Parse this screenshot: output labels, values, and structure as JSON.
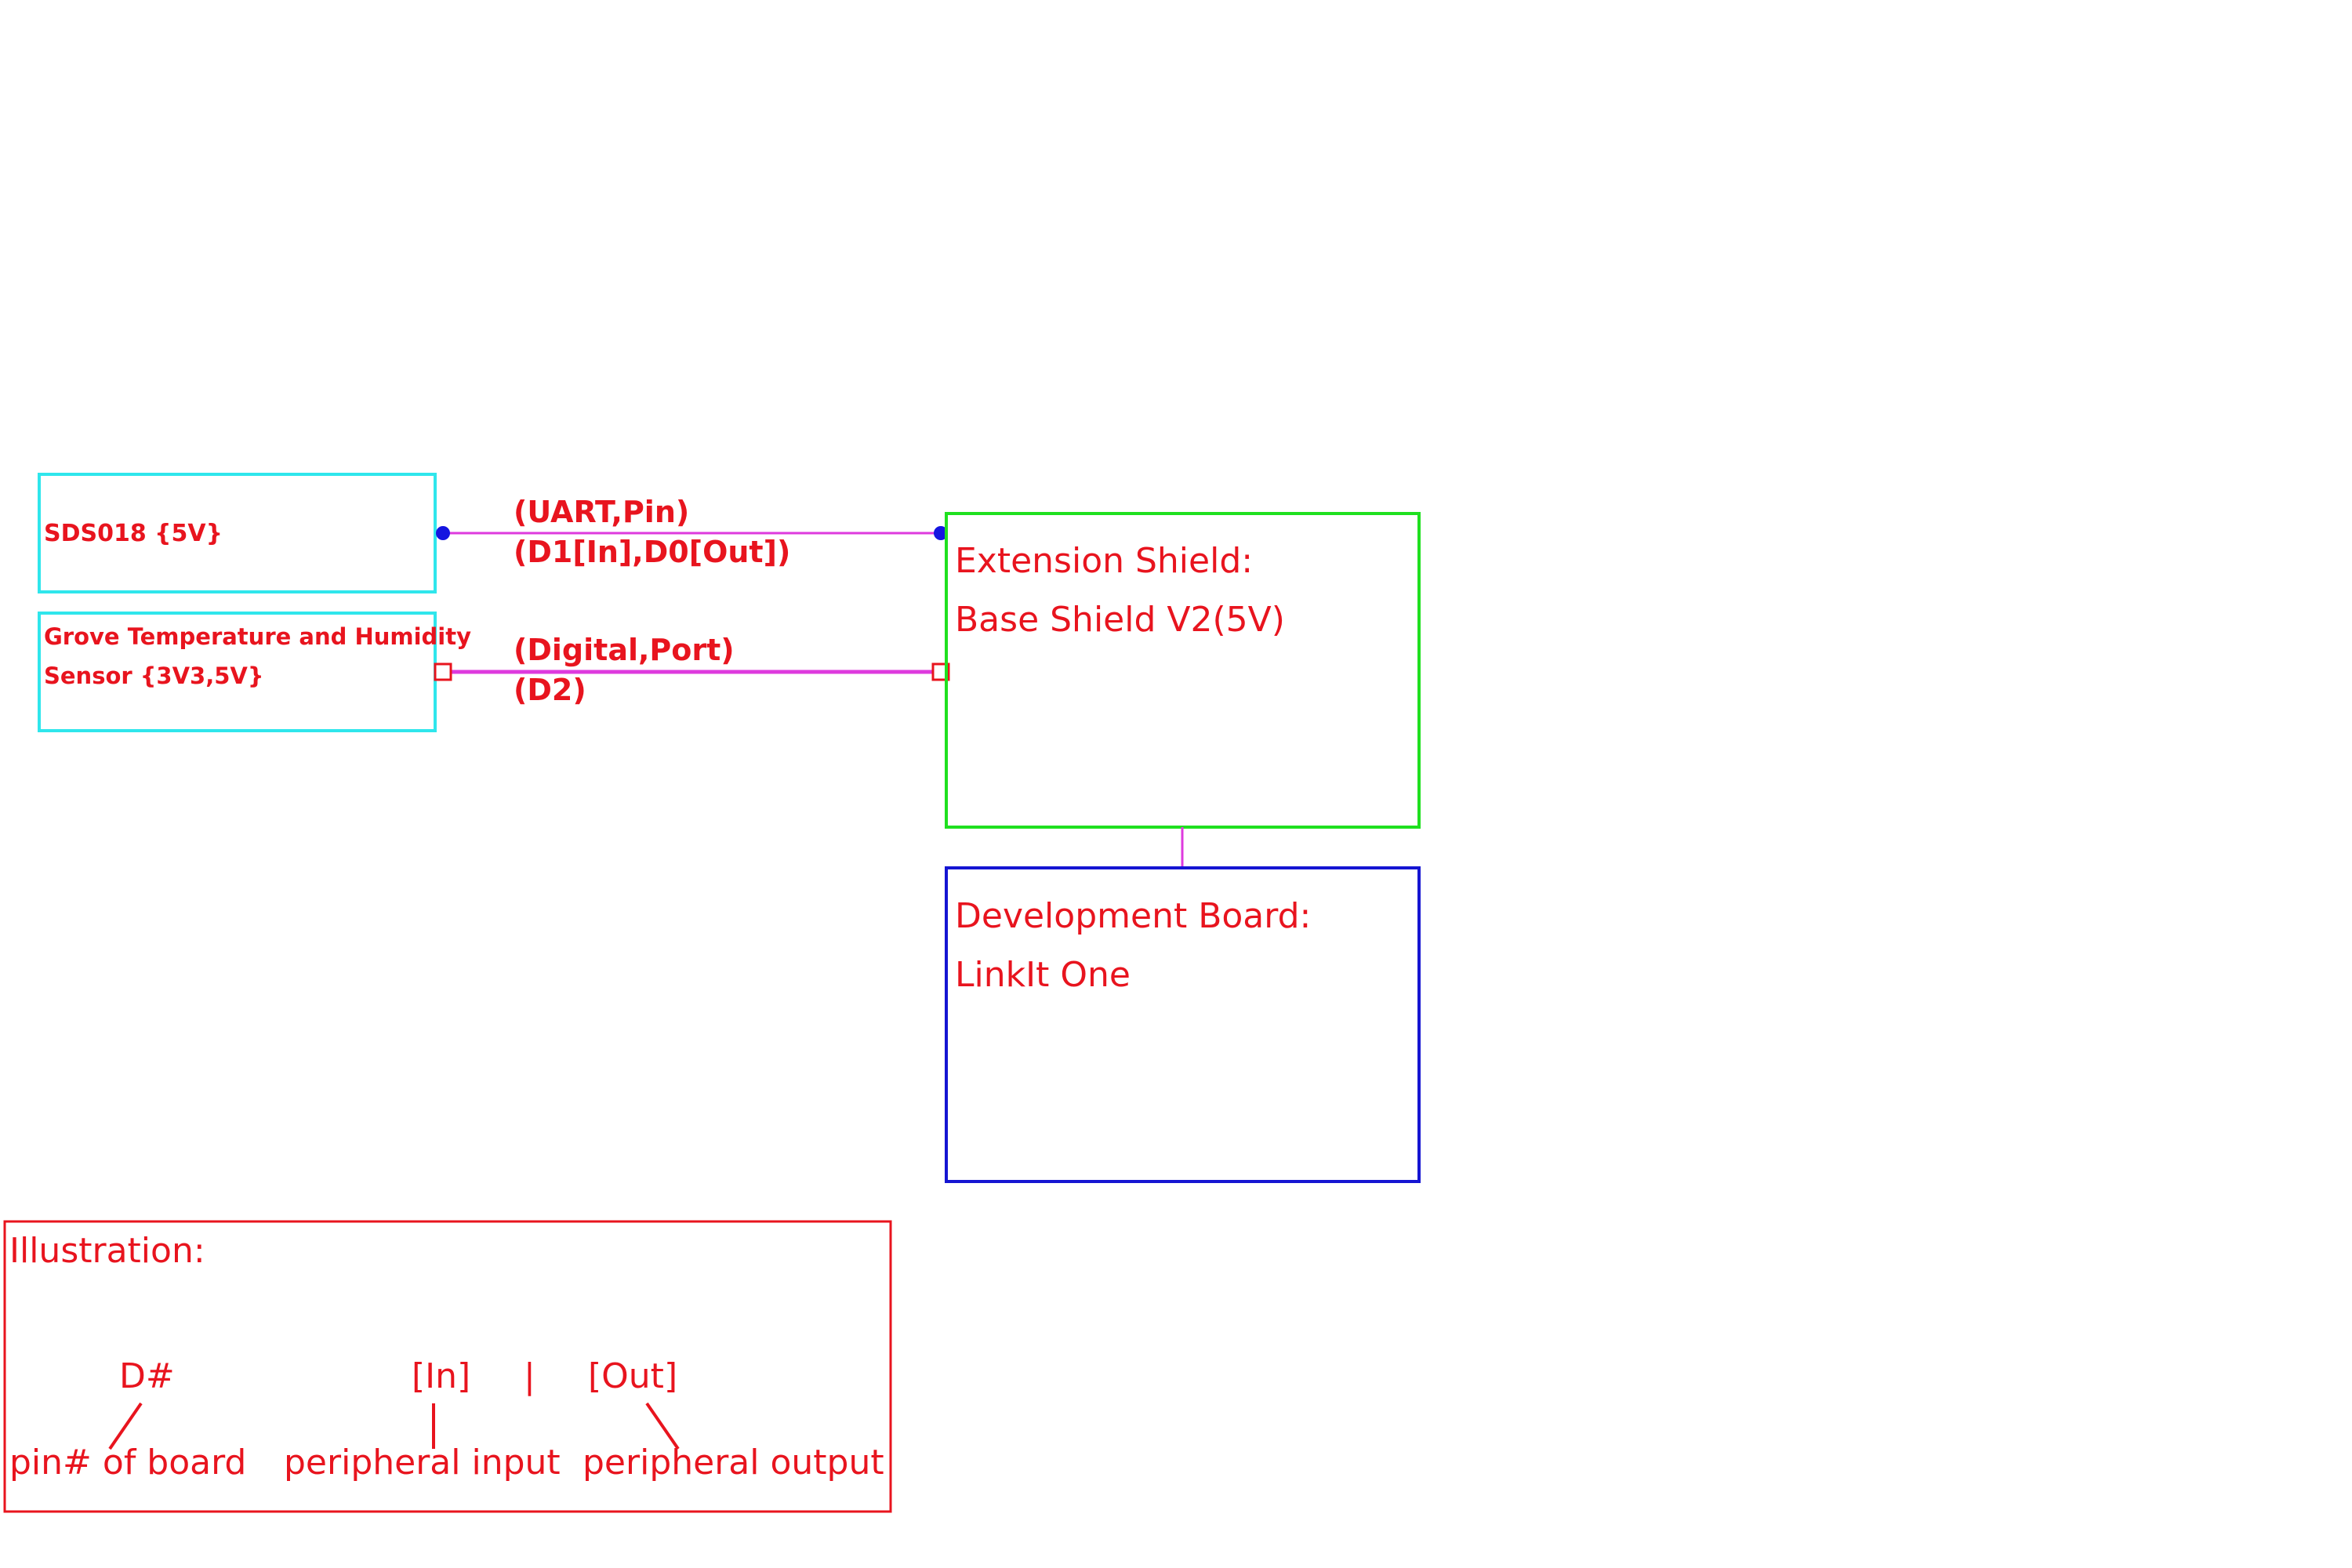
{
  "colors": {
    "text": "#e8141e",
    "peripheral_box": "#2fe6ec",
    "shield_box": "#1fe01f",
    "board_box": "#1515d2",
    "wire": "#de3ade",
    "uart_pin": "#1515e0",
    "digital_pin": "#e8141e",
    "legend_border": "#e8141e"
  },
  "peripherals": {
    "sds018": {
      "label": "SDS018 {5V}"
    },
    "grove": {
      "line1": "Grove Temperature and Humidity",
      "line2": "Sensor {3V3,5V}"
    }
  },
  "connections": {
    "uart": {
      "type_label": "(UART,Pin)",
      "pins_label": "(D1[In],D0[Out])"
    },
    "digital": {
      "type_label": "(Digital,Port)",
      "pins_label": "(D2)"
    }
  },
  "shield": {
    "title": "Extension Shield:",
    "name": "Base Shield V2(5V)"
  },
  "board": {
    "title": "Development Board:",
    "name": "LinkIt One"
  },
  "legend": {
    "title": "Illustration:",
    "d_hash": "D#",
    "in_tag": "[In]",
    "separator": "|",
    "out_tag": "[Out]",
    "pin_of_board": "pin# of board",
    "peripheral_input": "peripheral input",
    "peripheral_output": "peripheral output"
  }
}
